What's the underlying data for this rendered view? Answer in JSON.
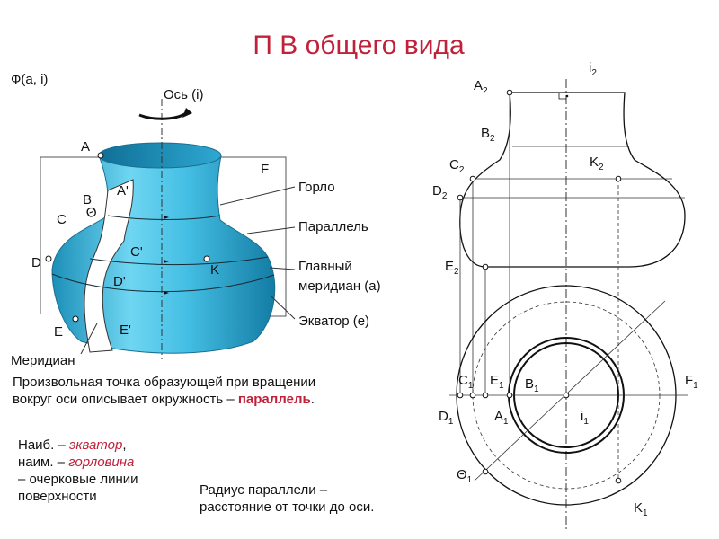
{
  "title": "П В общего вида",
  "left_figure": {
    "surface_label": "Ф(a, i)",
    "axis_label": "Ось (i)",
    "points": {
      "A": "A",
      "A_prime": "A'",
      "B": "B",
      "theta": "Θ",
      "C": "C",
      "C_prime": "C'",
      "D": "D",
      "D_prime": "D'",
      "E": "E",
      "E_prime": "E'",
      "F": "F",
      "K": "K"
    },
    "callouts": {
      "throat": "Горло",
      "parallel": "Параллель",
      "main_meridian_1": "Главный",
      "main_meridian_2": "меридиан (а)",
      "equator": "Экватор (е)",
      "meridian": "Меридиан"
    }
  },
  "right_figure": {
    "front_view": {
      "i": "i",
      "i_sub": "2",
      "A": "A",
      "A_sub": "2",
      "B": "B",
      "B_sub": "2",
      "C": "C",
      "C_sub": "2",
      "D": "D",
      "D_sub": "2",
      "K": "K",
      "K_sub": "2",
      "E": "E",
      "E_sub": "2"
    },
    "top_view": {
      "C": "C",
      "C_sub": "1",
      "E": "E",
      "E_sub": "1",
      "B": "B",
      "B_sub": "1",
      "F": "F",
      "F_sub": "1",
      "D": "D",
      "D_sub": "1",
      "A": "A",
      "A_sub": "1",
      "i": "i",
      "i_sub": "1",
      "theta": "Θ",
      "theta_sub": "1",
      "K": "K",
      "K_sub": "1"
    }
  },
  "texts": {
    "rotation_line1": "Произвольная точка образующей при вращении",
    "rotation_line2_prefix": "вокруг оси описывает окружность – ",
    "rotation_line2_keyword": "параллель",
    "rotation_line2_suffix": ".",
    "max_prefix": "Наиб. – ",
    "max_keyword": "экватор",
    "max_suffix": ",",
    "min_prefix": "наим. – ",
    "min_keyword": "горловина",
    "outline_line1": "– очерковые линии",
    "outline_line2": "поверхности",
    "radius_line1": "Радиус параллели –",
    "radius_line2": "расстояние от точки до оси."
  },
  "colors": {
    "accent_red": "#c0213a",
    "vase_cyan": "#4cc3e6",
    "vase_dark": "#1b83a8"
  }
}
